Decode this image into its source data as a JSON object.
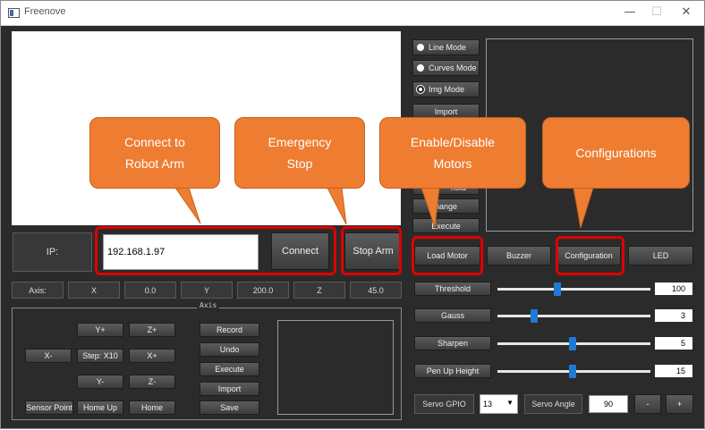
{
  "window": {
    "title": "Freenove",
    "controls": [
      "—",
      "☐",
      "✕"
    ]
  },
  "modes": [
    {
      "label": "Line Mode",
      "selected": false
    },
    {
      "label": "Curves Mode",
      "selected": false
    },
    {
      "label": "Img Mode",
      "selected": true
    }
  ],
  "side_buttons": {
    "import": "Import",
    "change": "hange",
    "execute": "Execute",
    "partial": "hold"
  },
  "connection": {
    "ip_label": "IP:",
    "ip_value": "192.168.1.97",
    "connect": "Connect",
    "stop_arm": "Stop Arm"
  },
  "toolbar": {
    "load_motor": "Load Motor",
    "buzzer": "Buzzer",
    "configuration": "Configuration",
    "led": "LED"
  },
  "axis_readout": {
    "label": "Axis:",
    "x_label": "X",
    "x_value": "0.0",
    "y_label": "Y",
    "y_value": "200.0",
    "z_label": "Z",
    "z_value": "45.0"
  },
  "axis_panel": {
    "title": "Axis",
    "y_plus": "Y+",
    "z_plus": "Z+",
    "x_minus": "X-",
    "step": "Step: X10",
    "x_plus": "X+",
    "y_minus": "Y-",
    "z_minus": "Z-",
    "sensor_point": "Sensor Point",
    "home_up": "Home Up",
    "home": "Home",
    "record": "Record",
    "undo": "Undo",
    "execute": "Execute",
    "import": "Import",
    "save": "Save"
  },
  "image_settings": [
    {
      "label": "Threshold",
      "value": "100",
      "fraction": 0.39
    },
    {
      "label": "Gauss",
      "value": "3",
      "fraction": 0.24
    },
    {
      "label": "Sharpen",
      "value": "5",
      "fraction": 0.49
    },
    {
      "label": "Pen Up Height",
      "value": "15",
      "fraction": 0.49
    }
  ],
  "servo": {
    "gpio_label": "Servo GPIO",
    "gpio_value": "13",
    "angle_label": "Servo Angle",
    "angle_value": "90",
    "minus": "-",
    "plus": "+"
  },
  "callouts": {
    "connect": "Connect to\nRobot Arm",
    "emergency": "Emergency\nStop",
    "motors": "Enable/Disable\nMotors",
    "configurations": "Configurations"
  },
  "colors": {
    "callout": "#ee7d31",
    "highlight": "#e00000",
    "slider_handle": "#1f7ad6",
    "panel_bg": "#2b2b2b"
  }
}
